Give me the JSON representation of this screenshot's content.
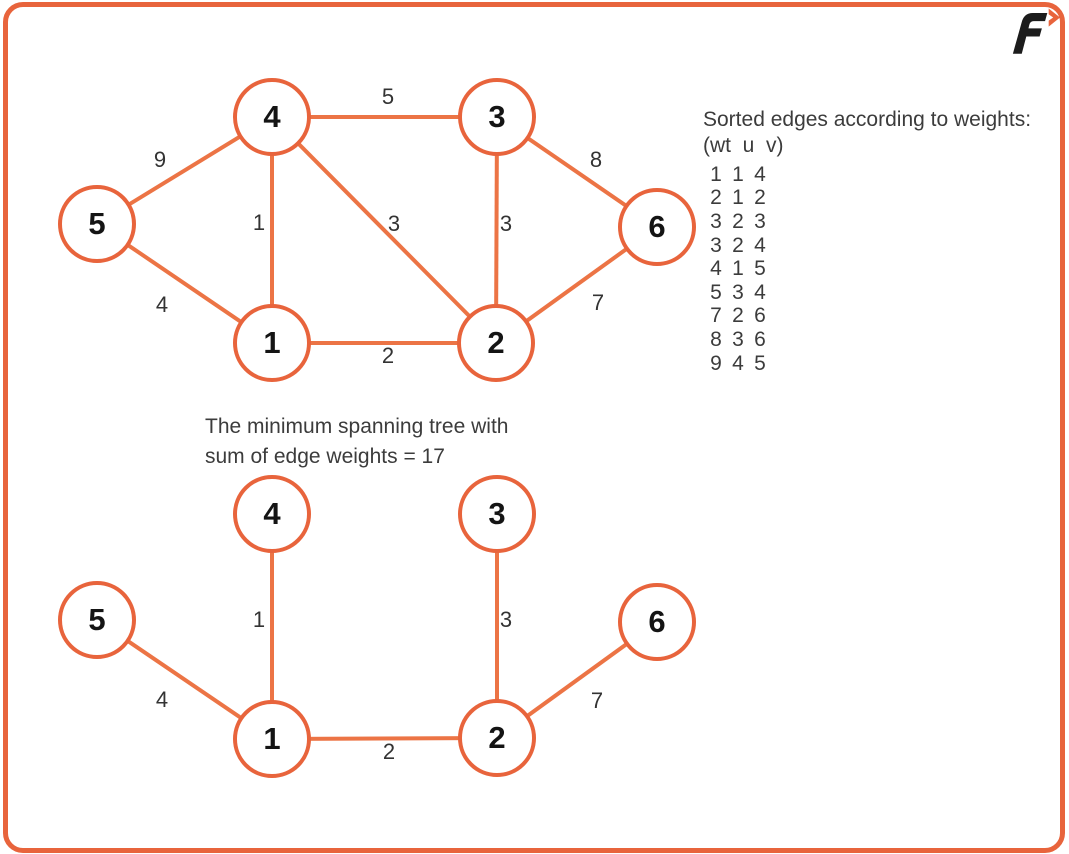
{
  "colors": {
    "accent": "#E8643C",
    "edge": "#EC7445",
    "logo_black": "#1C1C1C",
    "ink": "#3C3C3C"
  },
  "logo": {
    "name": "brand-logo-f-arrow"
  },
  "top_graph": {
    "nodes": [
      {
        "label": "4"
      },
      {
        "label": "3"
      },
      {
        "label": "5"
      },
      {
        "label": "6"
      },
      {
        "label": "1"
      },
      {
        "label": "2"
      }
    ],
    "edges": [
      {
        "u": "4",
        "v": "3",
        "weight": "5"
      },
      {
        "u": "5",
        "v": "4",
        "weight": "9"
      },
      {
        "u": "4",
        "v": "1",
        "weight": "1"
      },
      {
        "u": "4",
        "v": "2",
        "weight": "3"
      },
      {
        "u": "3",
        "v": "2",
        "weight": "3"
      },
      {
        "u": "5",
        "v": "1",
        "weight": "4"
      },
      {
        "u": "1",
        "v": "2",
        "weight": "2"
      },
      {
        "u": "3",
        "v": "6",
        "weight": "8"
      },
      {
        "u": "2",
        "v": "6",
        "weight": "7"
      }
    ]
  },
  "sorted_edges": {
    "title": "Sorted edges according to weights:",
    "header": "(wt  u  v)",
    "rows": [
      {
        "wt": "1",
        "u": "1",
        "v": "4"
      },
      {
        "wt": "2",
        "u": "1",
        "v": "2"
      },
      {
        "wt": "3",
        "u": "2",
        "v": "3"
      },
      {
        "wt": "3",
        "u": "2",
        "v": "4"
      },
      {
        "wt": "4",
        "u": "1",
        "v": "5"
      },
      {
        "wt": "5",
        "u": "3",
        "v": "4"
      },
      {
        "wt": "7",
        "u": "2",
        "v": "6"
      },
      {
        "wt": "8",
        "u": "3",
        "v": "6"
      },
      {
        "wt": "9",
        "u": "4",
        "v": "5"
      }
    ]
  },
  "mst": {
    "caption_line1": "The minimum spanning tree with",
    "caption_line2": "sum of edge weights = 17",
    "sum_of_weights": "17",
    "nodes": [
      {
        "label": "4"
      },
      {
        "label": "3"
      },
      {
        "label": "5"
      },
      {
        "label": "6"
      },
      {
        "label": "1"
      },
      {
        "label": "2"
      }
    ],
    "edges": [
      {
        "u": "4",
        "v": "1",
        "weight": "1"
      },
      {
        "u": "3",
        "v": "2",
        "weight": "3"
      },
      {
        "u": "5",
        "v": "1",
        "weight": "4"
      },
      {
        "u": "1",
        "v": "2",
        "weight": "2"
      },
      {
        "u": "2",
        "v": "6",
        "weight": "7"
      }
    ]
  }
}
